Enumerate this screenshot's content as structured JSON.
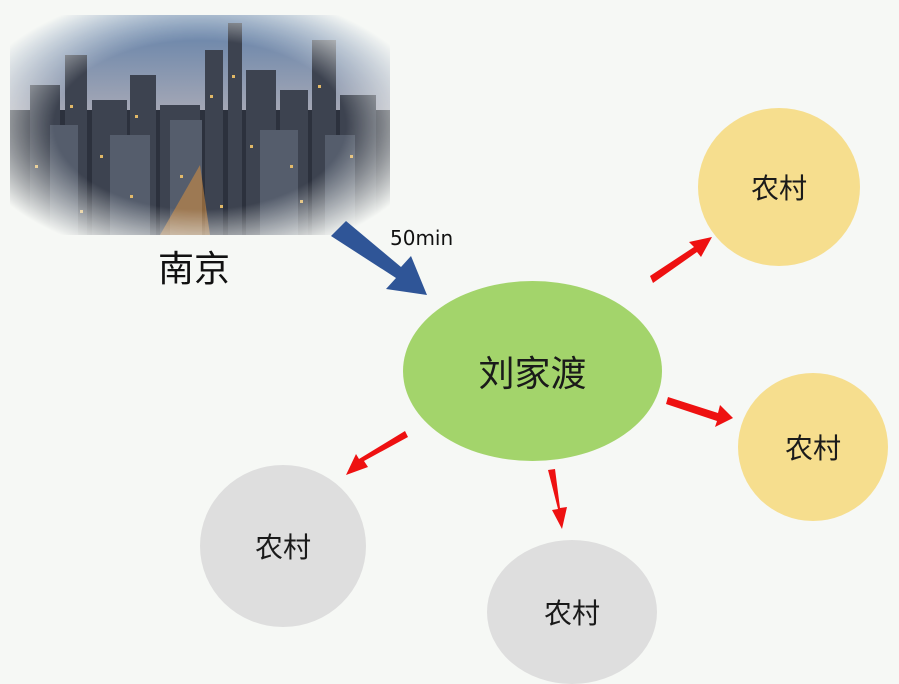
{
  "diagram": {
    "source": {
      "label": "南京",
      "image": "nanjing-city-skyline-photo",
      "travel_time": "50min"
    },
    "center": {
      "label": "刘家渡",
      "color": "#a3d46b"
    },
    "villages": [
      {
        "label": "农村",
        "color": "#f6de8e"
      },
      {
        "label": "农村",
        "color": "#f6de8e"
      },
      {
        "label": "农村",
        "color": "#dedede"
      },
      {
        "label": "农村",
        "color": "#dedede"
      }
    ],
    "colors": {
      "city_arrow": "#2f5597",
      "spoke_arrow": "#ee1111",
      "background": "#f6f8f5"
    }
  }
}
